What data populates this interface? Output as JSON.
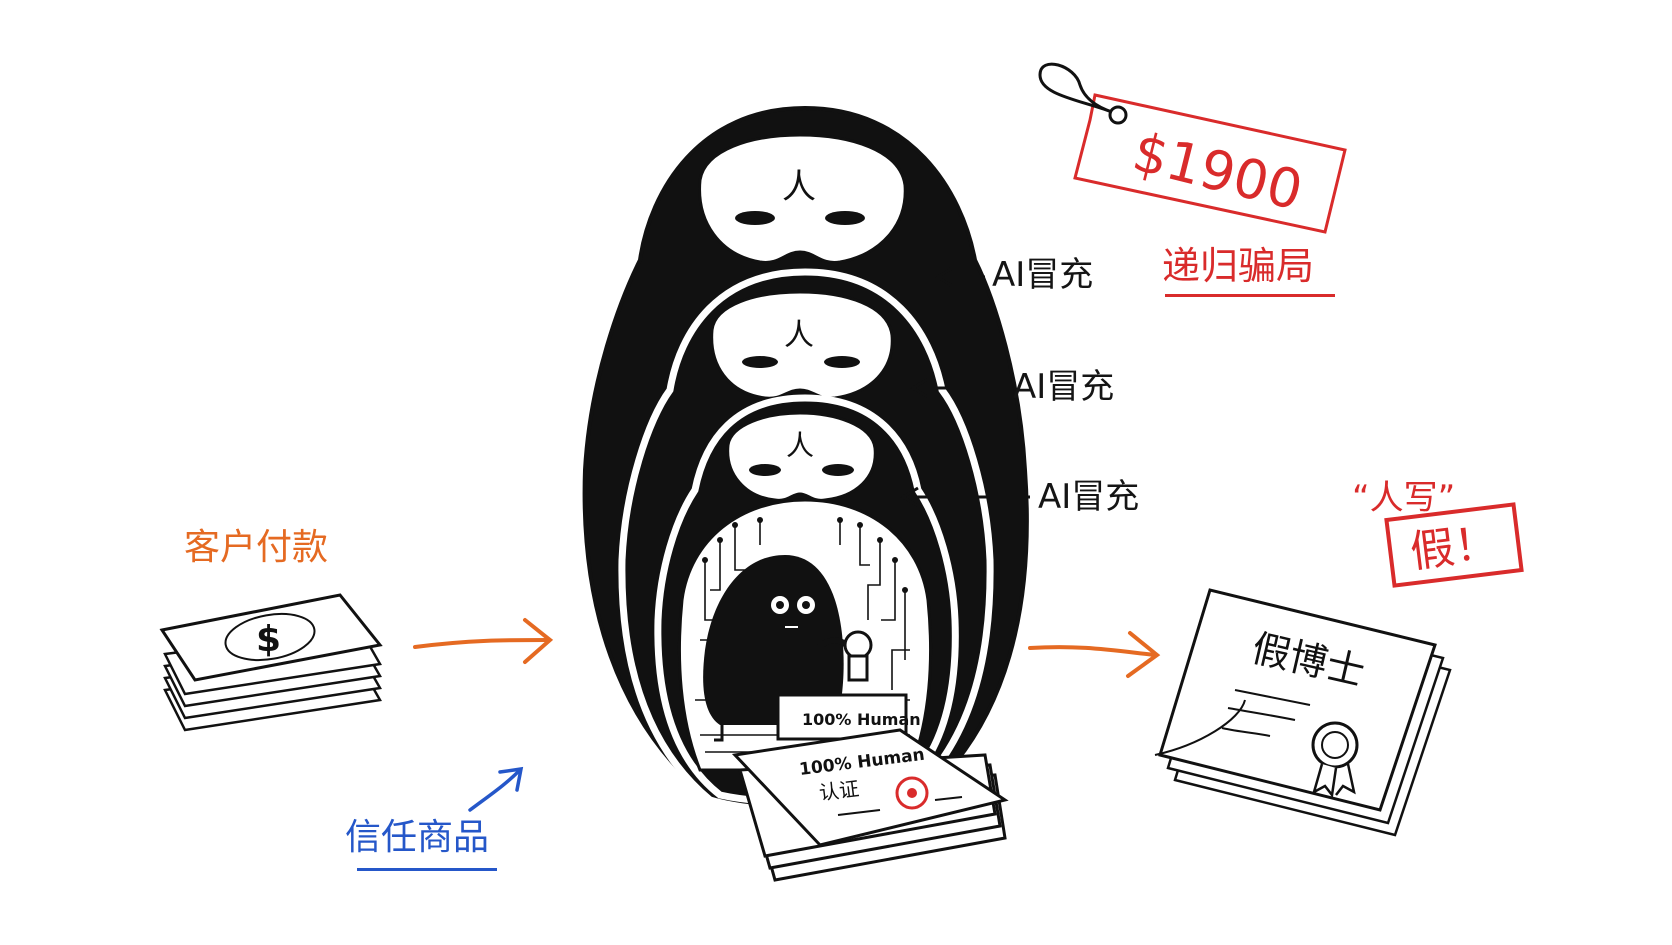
{
  "dolls": [
    {
      "face_char": "人",
      "label": "AI冒充"
    },
    {
      "face_char": "人",
      "label": "AI冒充"
    },
    {
      "face_char": "人",
      "label": "AI冒充"
    }
  ],
  "price_tag": {
    "text": "$1900"
  },
  "scam_label": "递归骗局",
  "customer_payment": "客户付款",
  "money_symbol": "$",
  "trusted_goods": "信任商品",
  "stamp_block": {
    "text": "100% Human"
  },
  "cert_paper": {
    "line1": "100% Human",
    "line2": "认证"
  },
  "diploma": {
    "title": "假博士"
  },
  "human_written": "“人写”",
  "fake_stamp": "假！",
  "colors": {
    "ink": "#151515",
    "orange": "#e56a22",
    "blue": "#2557c9",
    "red": "#d92b2b"
  },
  "icons": [
    "matryoshka-doll-icon",
    "money-stack-icon",
    "price-tag-icon",
    "diploma-icon",
    "rosette-seal-icon",
    "stamp-icon",
    "robot-creature-icon"
  ]
}
